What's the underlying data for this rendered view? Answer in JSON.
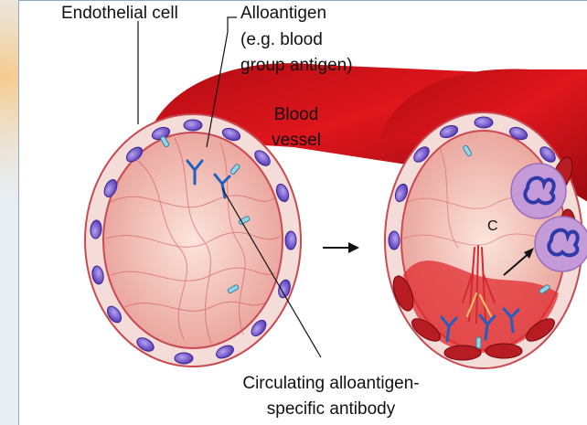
{
  "labels": {
    "endothelial_cell": "Endothelial cell",
    "alloantigen_line1": "Alloantigen",
    "alloantigen_line2": "(e.g. blood",
    "alloantigen_line3": "group antigen)",
    "blood_line1": "Blood",
    "blood_line2": "vessel",
    "antibody_line1": "Circulating alloantigen-",
    "antibody_line2": "specific antibody",
    "complement_marker": "C"
  },
  "colors": {
    "vessel_red": "#d8121a",
    "vessel_dark": "#8c0a0e",
    "lumen_pink": "#f3b4ad",
    "cell_wall": "#f4dcd8",
    "nucleus_purple": "#7b5fd0",
    "antibody_blue": "#1f5fbf",
    "antigen_cyan": "#8fd4e8",
    "neutrophil_lilac": "#c59ad9"
  }
}
